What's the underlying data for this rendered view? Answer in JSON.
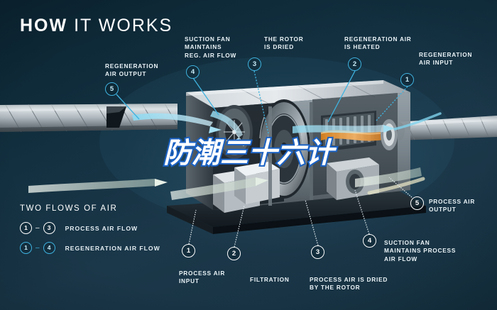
{
  "title": {
    "bold": "HOW",
    "light": "IT WORKS"
  },
  "watermark": {
    "text": "防潮三十六计"
  },
  "colors": {
    "background_dark": "#0b2330",
    "background_mid": "#1b384a",
    "accent_blue": "#3fb3e0",
    "text_white": "#e9f2f6",
    "heater_orange": "#e8922f",
    "watermark_outline": "#1b62c4"
  },
  "callouts": [
    {
      "id": "regeneration-air-output",
      "number": "5",
      "text": "REGENERATION\nAIR OUTPUT",
      "style": "blue"
    },
    {
      "id": "suction-fan-reg",
      "number": "4",
      "text": "SUCTION FAN\nMAINTAINS\nREG. AIR FLOW",
      "style": "blue"
    },
    {
      "id": "rotor-is-dried",
      "number": "3",
      "text": "THE ROTOR\nIS DRIED",
      "style": "blue"
    },
    {
      "id": "regeneration-air-heated",
      "number": "2",
      "text": "REGENERATION AIR\nIS HEATED",
      "style": "blue"
    },
    {
      "id": "regeneration-air-input",
      "number": "1",
      "text": "REGENERATION\nAIR INPUT",
      "style": "blue"
    },
    {
      "id": "process-air-output",
      "number": "5",
      "text": "PROCESS AIR\nOUTPUT",
      "style": "white"
    },
    {
      "id": "suction-fan-process",
      "number": "4",
      "text": "SUCTION FAN\nMAINTAINS PROCESS\nAIR FLOW",
      "style": "white"
    },
    {
      "id": "process-air-dried",
      "number": "3",
      "text": "PROCESS AIR IS DRIED\nBY THE ROTOR",
      "style": "white"
    },
    {
      "id": "filtration",
      "number": "2",
      "text": "FILTRATION",
      "style": "white"
    },
    {
      "id": "process-air-input",
      "number": "1",
      "text": "PROCESS AIR\nINPUT",
      "style": "white"
    }
  ],
  "legend": {
    "title": "TWO FLOWS OF AIR",
    "dash": "–",
    "rows": [
      {
        "from": "1",
        "to": "3",
        "label": "PROCESS AIR FLOW",
        "style": "white"
      },
      {
        "from": "1",
        "to": "4",
        "label": "REGENERATION AIR FLOW",
        "style": "blue"
      }
    ]
  }
}
